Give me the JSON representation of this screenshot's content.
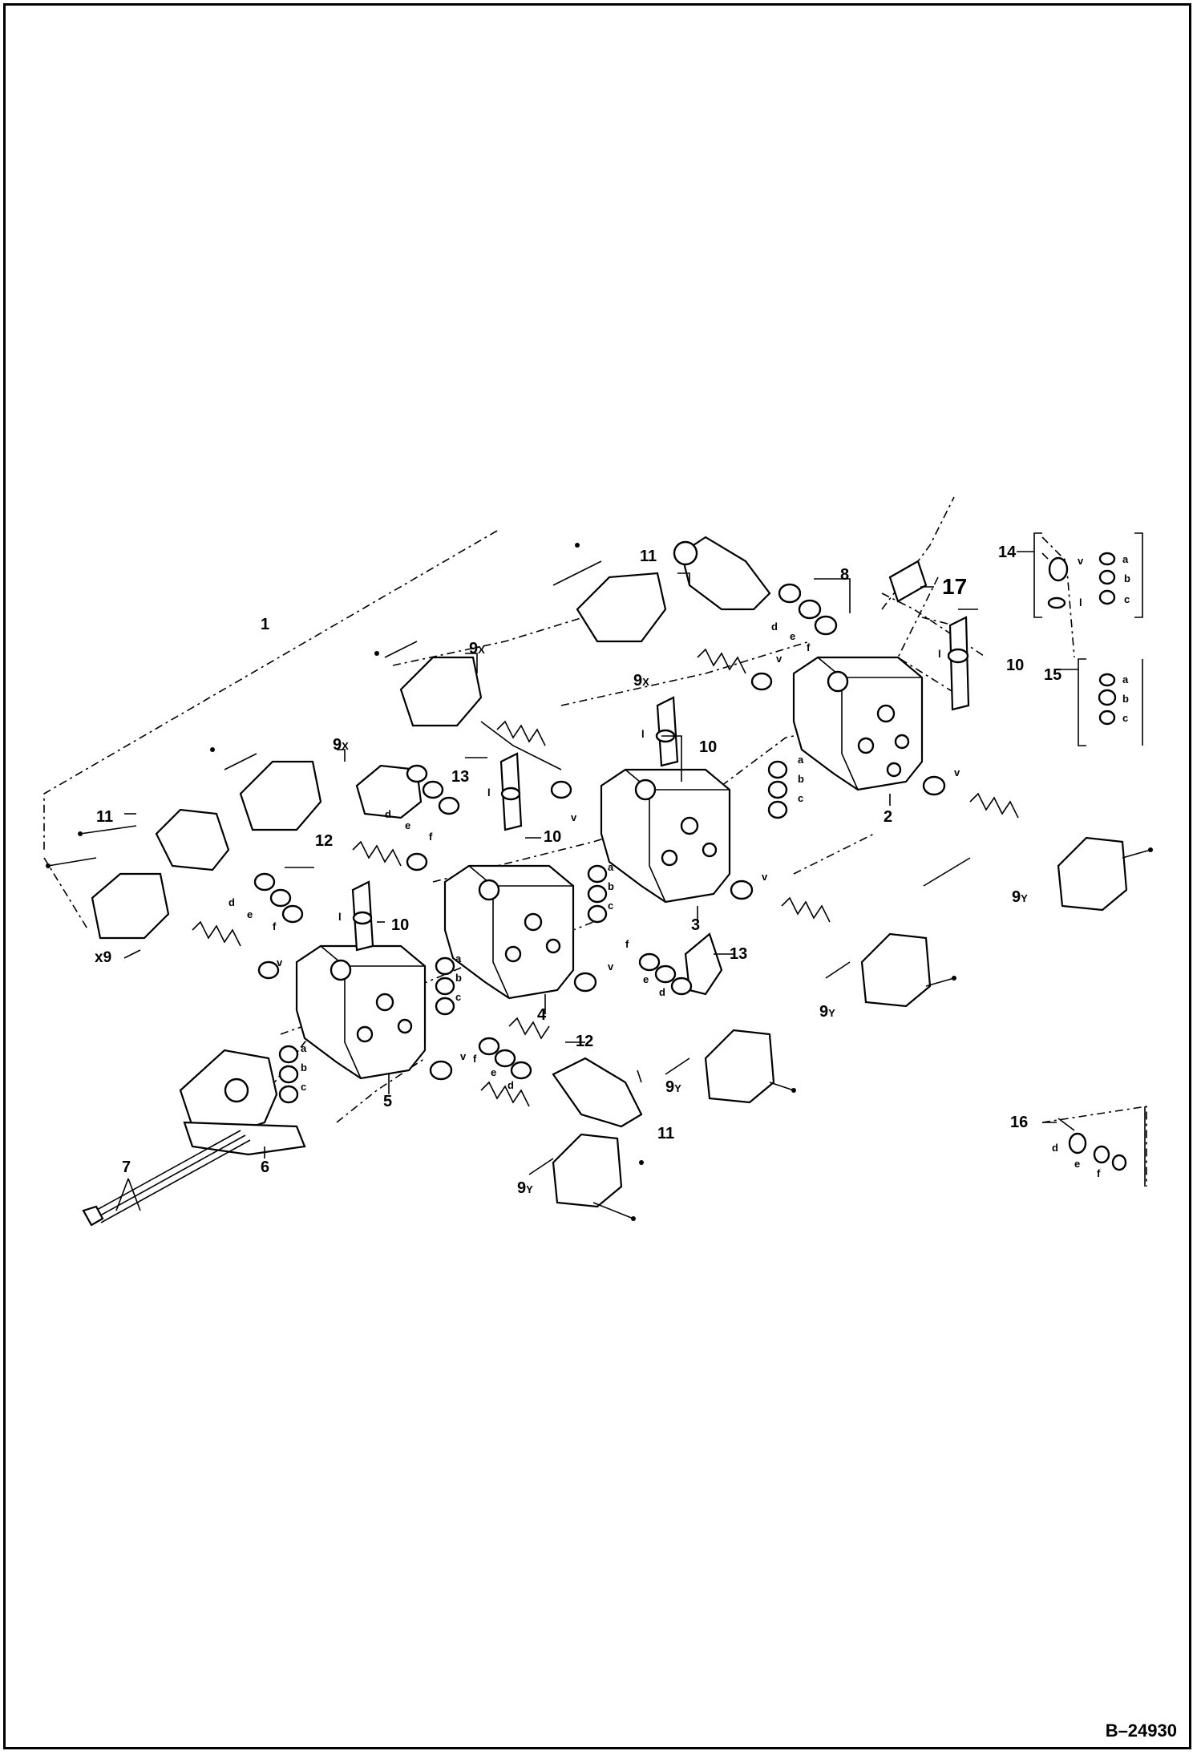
{
  "diagram": {
    "reference_number": "B–24930",
    "callouts": {
      "c1": "1",
      "c2": "2",
      "c3": "3",
      "c4": "4",
      "c5": "5",
      "c6": "6",
      "c7": "7",
      "c8": "8",
      "c9x_top": "9",
      "c9x_top_sfx": "X",
      "c9x_mid": "9",
      "c9x_mid_sfx": "X",
      "c9x_left": "9",
      "c9x_left_sfx": "X",
      "cx9": "x9",
      "c9y_right": "9",
      "c9y_right_sfx": "Y",
      "c9y_center": "9",
      "c9y_center_sfx": "Y",
      "c9y_low": "9",
      "c9y_low_sfx": "Y",
      "c9y_bottom": "9",
      "c9y_bottom_sfx": "Y",
      "c10_right": "10",
      "c10_mid": "10",
      "c10_center": "10",
      "c10_left": "10",
      "c11_top": "11",
      "c11_left": "11",
      "c11_bottom": "11",
      "c12_left": "12",
      "c12_low": "12",
      "c13_mid": "13",
      "c13_right": "13",
      "c14": "14",
      "c15": "15",
      "c16": "16",
      "c17": "17"
    },
    "ring_letters": {
      "a": "a",
      "b": "b",
      "c": "c",
      "d": "d",
      "e": "e",
      "f": "f",
      "v": "v",
      "l": "l"
    }
  }
}
